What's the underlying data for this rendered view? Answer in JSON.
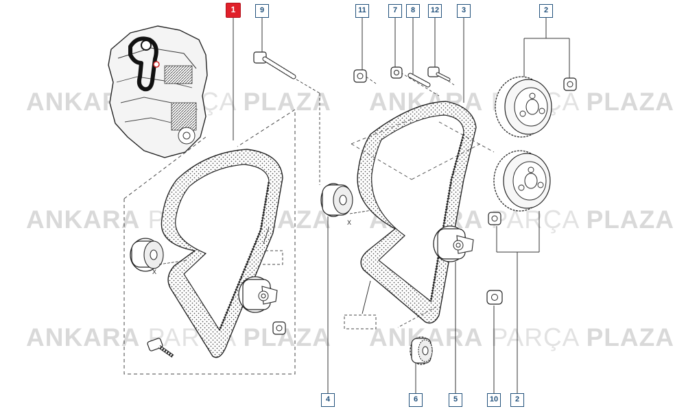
{
  "watermark": {
    "word1": "ANKARA",
    "word2": "PARÇA",
    "word3": "PLAZA"
  },
  "callouts": {
    "c1": "1",
    "c2_top": "2",
    "c2_bottom": "2",
    "c3": "3",
    "c4": "4",
    "c5": "5",
    "c6": "6",
    "c7": "7",
    "c8": "8",
    "c9": "9",
    "c10": "10",
    "c11": "11",
    "c12": "12"
  },
  "colors": {
    "callout_border": "#1f4f7a",
    "highlight": "#e0202a",
    "watermark": "#d9d9d9",
    "line": "#222222"
  },
  "labels": {
    "x_left": "X",
    "x_right": "X"
  }
}
